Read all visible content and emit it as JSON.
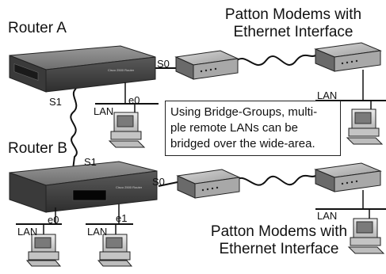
{
  "routers": [
    {
      "name": "Router A",
      "faceplate": "Cisco 2500 Router"
    },
    {
      "name": "Router B",
      "faceplate": "Cisco 2500 Router"
    }
  ],
  "modem_headings": {
    "top": [
      "Patton Modems with",
      "Ethernet Interface"
    ],
    "bottom": [
      "Patton Modems with",
      "Ethernet Interface"
    ]
  },
  "ports": {
    "a_s0": "S0",
    "a_s1": "S1",
    "a_e0": "e0",
    "b_s1": "S1",
    "b_s0": "S0",
    "b_e0": "e0",
    "b_e1": "e1"
  },
  "lan_labels": {
    "router_a": "LAN",
    "modem_top_right": "LAN",
    "modem_bottom_right": "LAN",
    "router_b_left": "LAN",
    "router_b_right": "LAN"
  },
  "callout_lines": [
    "Using Bridge-Groups, multi-",
    "ple remote LANs can be",
    "bridged over the wide-area."
  ]
}
